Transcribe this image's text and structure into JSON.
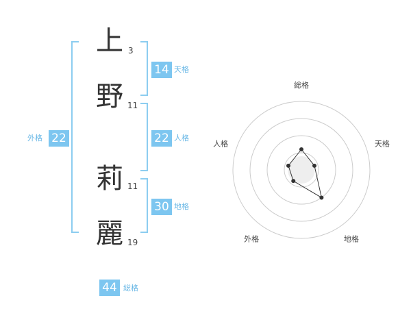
{
  "name": {
    "chars": [
      {
        "char": "上",
        "strokes": "3"
      },
      {
        "char": "野",
        "strokes": "11"
      },
      {
        "char": "莉",
        "strokes": "11"
      },
      {
        "char": "麗",
        "strokes": "19"
      }
    ]
  },
  "scores": {
    "tenkaku": {
      "value": "14",
      "label": "天格"
    },
    "jinkaku": {
      "value": "22",
      "label": "人格"
    },
    "chikaku": {
      "value": "30",
      "label": "地格"
    },
    "gaikaku": {
      "value": "22",
      "label": "外格"
    },
    "soukaku": {
      "value": "44",
      "label": "総格"
    }
  },
  "colors": {
    "accent": "#7dc6f0",
    "bracket": "#8ccdf0",
    "label": "#6ab8e6",
    "text": "#333333"
  },
  "chart_data": {
    "type": "radar",
    "axes": [
      "総格",
      "天格",
      "地格",
      "外格",
      "人格"
    ],
    "values": [
      1.5,
      1.0,
      2.5,
      1.0,
      1.0
    ],
    "rmax": 5,
    "rings": 4
  }
}
